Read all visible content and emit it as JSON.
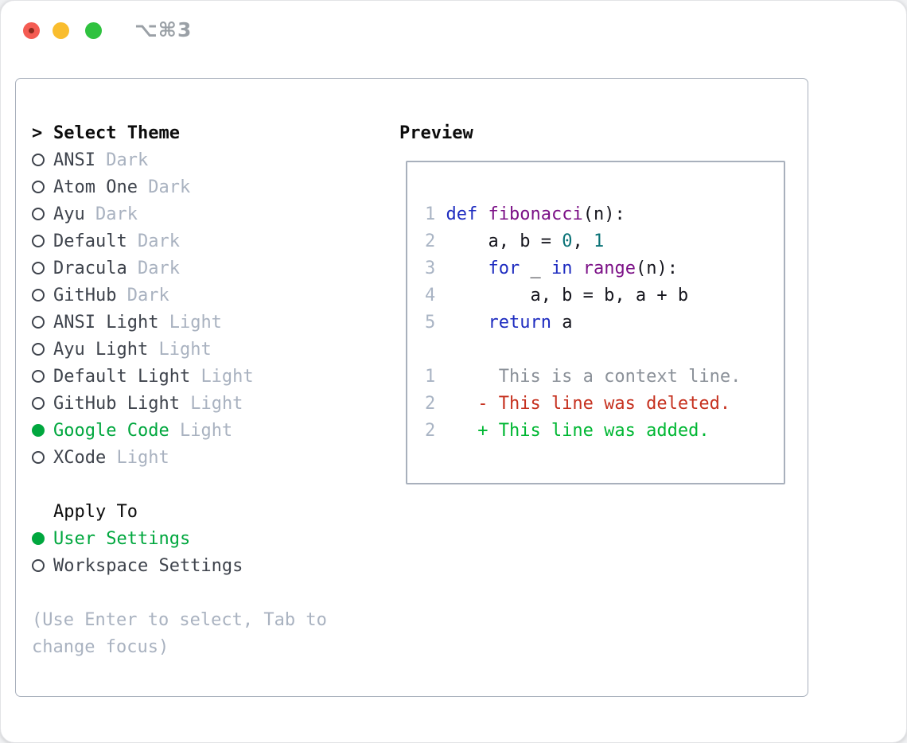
{
  "titlebar": {
    "title": "⌥⌘3",
    "buttons": [
      {
        "name": "close",
        "color": "#f45c53",
        "has_inner_dot": true
      },
      {
        "name": "minimize",
        "color": "#f9bd2e",
        "has_inner_dot": false
      },
      {
        "name": "zoom",
        "color": "#2fc23f",
        "has_inner_dot": false
      }
    ]
  },
  "colors": {
    "title_text": "#9aa0a6",
    "panel_border": "#a8b0bc",
    "header_text": "#0c0c0c",
    "item_text": "#3e434c",
    "dim_text": "#a9b2c0",
    "selected_green": "#00a73e",
    "line_number": "#a9b4c4",
    "keyword": "#1e2cc0",
    "function": "#7c1187",
    "number": "#0b7377",
    "plain": "#16161e",
    "context": "#8b9199",
    "deleted": "#c6311f",
    "added": "#00b733"
  },
  "theme_panel": {
    "header_marker": ">",
    "header_label": "Select Theme",
    "items": [
      {
        "name": "ANSI",
        "variant": "Dark",
        "selected": false
      },
      {
        "name": "Atom One",
        "variant": "Dark",
        "selected": false
      },
      {
        "name": "Ayu",
        "variant": "Dark",
        "selected": false
      },
      {
        "name": "Default",
        "variant": "Dark",
        "selected": false
      },
      {
        "name": "Dracula",
        "variant": "Dark",
        "selected": false
      },
      {
        "name": "GitHub",
        "variant": "Dark",
        "selected": false
      },
      {
        "name": "ANSI Light",
        "variant": "Light",
        "selected": false
      },
      {
        "name": "Ayu Light",
        "variant": "Light",
        "selected": false
      },
      {
        "name": "Default Light",
        "variant": "Light",
        "selected": false
      },
      {
        "name": "GitHub Light",
        "variant": "Light",
        "selected": false
      },
      {
        "name": "Google Code",
        "variant": "Light",
        "selected": true
      },
      {
        "name": "XCode",
        "variant": "Light",
        "selected": false
      }
    ],
    "apply_to_label": "Apply To",
    "apply_options": [
      {
        "label": "User Settings",
        "selected": true
      },
      {
        "label": "Workspace Settings",
        "selected": false
      }
    ],
    "help_lines": [
      "(Use Enter to select, Tab to",
      "change focus)"
    ]
  },
  "preview": {
    "header_label": "Preview",
    "code_lines": [
      {
        "number": "1",
        "segments": [
          {
            "t": "def",
            "c": "kw"
          },
          {
            "t": " ",
            "c": "pl"
          },
          {
            "t": "fibonacci",
            "c": "fn"
          },
          {
            "t": "(n):",
            "c": "pl"
          }
        ]
      },
      {
        "number": "2",
        "segments": [
          {
            "t": "    a, b = ",
            "c": "pl"
          },
          {
            "t": "0",
            "c": "num"
          },
          {
            "t": ", ",
            "c": "pl"
          },
          {
            "t": "1",
            "c": "num"
          }
        ]
      },
      {
        "number": "3",
        "segments": [
          {
            "t": "    ",
            "c": "pl"
          },
          {
            "t": "for",
            "c": "kw"
          },
          {
            "t": " _ ",
            "c": "pl"
          },
          {
            "t": "in",
            "c": "kw"
          },
          {
            "t": " ",
            "c": "pl"
          },
          {
            "t": "range",
            "c": "fn"
          },
          {
            "t": "(n):",
            "c": "pl"
          }
        ]
      },
      {
        "number": "4",
        "segments": [
          {
            "t": "        a, b = b, a + b",
            "c": "pl"
          }
        ]
      },
      {
        "number": "5",
        "segments": [
          {
            "t": "    ",
            "c": "pl"
          },
          {
            "t": "return",
            "c": "kw"
          },
          {
            "t": " a",
            "c": "pl"
          }
        ]
      }
    ],
    "diff_lines": [
      {
        "number": "1",
        "text": "     This is a context line.",
        "kind": "context"
      },
      {
        "number": "2",
        "text": "   - This line was deleted.",
        "kind": "deleted"
      },
      {
        "number": "2",
        "text": "   + This line was added.",
        "kind": "added"
      }
    ]
  }
}
